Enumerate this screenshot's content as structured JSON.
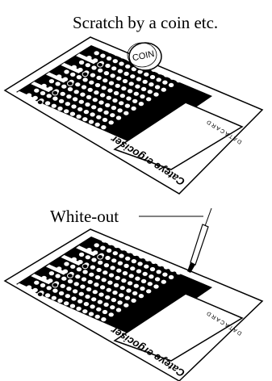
{
  "instructions": {
    "scratch_caption": "Scratch by a coin etc.",
    "whiteout_caption": "White-out"
  },
  "coin": {
    "label": "COIN"
  },
  "card": {
    "brand": "Cateye ergociser",
    "subtitle": "D A T A   C A R D"
  }
}
